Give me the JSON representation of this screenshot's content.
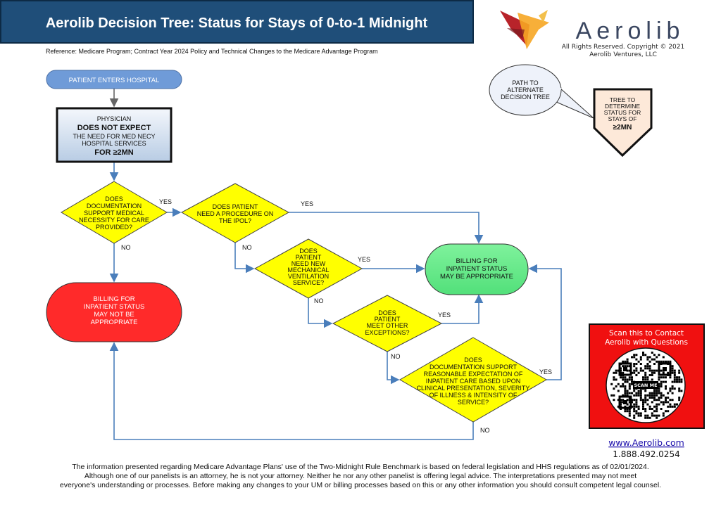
{
  "header": {
    "title": "Aerolib Decision Tree:  Status for Stays of 0-to-1 Midnight",
    "reference": "Reference: Medicare Program; Contract Year 2024 Policy and Technical Changes to the Medicare Advantage Program",
    "colors": {
      "title_bg": "#1f4e79",
      "title_text": "#ffffff"
    }
  },
  "logo": {
    "brand": "Aerolib",
    "copyright": "All Rights Reserved. Copyright © 2021",
    "company": "Aerolib Ventures, LLC"
  },
  "nodes": {
    "start": "PATIENT ENTERS HOSPITAL",
    "physician": [
      "PHYSICIAN",
      "DOES NOT EXPECT",
      "THE NEED FOR MED NECY",
      "HOSPITAL SERVICES",
      "FOR ≥2MN"
    ],
    "q1": [
      "DOES",
      "DOCUMENTATION",
      "SUPPORT MEDICAL",
      "NECESSITY FOR CARE",
      "PROVIDED?"
    ],
    "q2": [
      "DOES PATIENT",
      "NEED A PROCEDURE ON",
      "THE IPOL?"
    ],
    "q3": [
      "DOES",
      "PATIENT",
      "NEED NEW",
      "MECHANICAL",
      "VENTILATION",
      "SERVICE?"
    ],
    "q4": [
      "DOES",
      "PATIENT",
      "MEET OTHER",
      "EXCEPTIONS?"
    ],
    "q5": [
      "DOES",
      "DOCUMENTATION SUPPORT",
      "REASONABLE EXPECTATION OF",
      "INPATIENT CARE BASED UPON",
      "CLINICAL PRESENTATION, SEVERITY",
      "OF ILLNESS & INTENSITY OF",
      "SERVICE?"
    ],
    "inpatient_yes": [
      "BILLING FOR",
      "INPATIENT STATUS",
      "MAY BE APPROPRIATE"
    ],
    "inpatient_no": [
      "BILLING FOR",
      "INPATIENT STATUS",
      "MAY NOT BE",
      "APPROPRIATE"
    ],
    "alt_path": [
      "PATH TO",
      "ALTERNATE",
      "DECISION TREE"
    ],
    "alt_tree": [
      "TREE TO",
      "DETERMINE",
      "STATUS FOR",
      "STAYS OF",
      "≥2MN"
    ]
  },
  "edge_labels": {
    "yes": "YES",
    "no": "NO"
  },
  "colors": {
    "start": "#6f9bd8",
    "yes_node": "#66ee88",
    "no_node": "#ff2a2a",
    "decision": "#ffff00",
    "edge": "#4a7ebb",
    "alt_tree": "#fde9d9"
  },
  "contact": {
    "qr_title": [
      "Scan this to Contact",
      "Aerolib with Questions"
    ],
    "qr_label": "SCAN ME",
    "website": "www.Aerolib.com",
    "phone": "1.888.492.0254"
  },
  "footer": [
    "The information presented regarding Medicare Advantage Plans' use of the Two-Midnight Rule Benchmark is based on federal legislation and HHS regulations as of 02/01/2024.",
    "Although one of our panelists is an attorney, he is not your attorney. Neither he nor any other panelist is offering legal advice. The interpretations presented may not meet",
    "everyone's understanding or processes. Before making any changes to your UM or billing processes based on this or any other information you should consult competent legal counsel."
  ]
}
